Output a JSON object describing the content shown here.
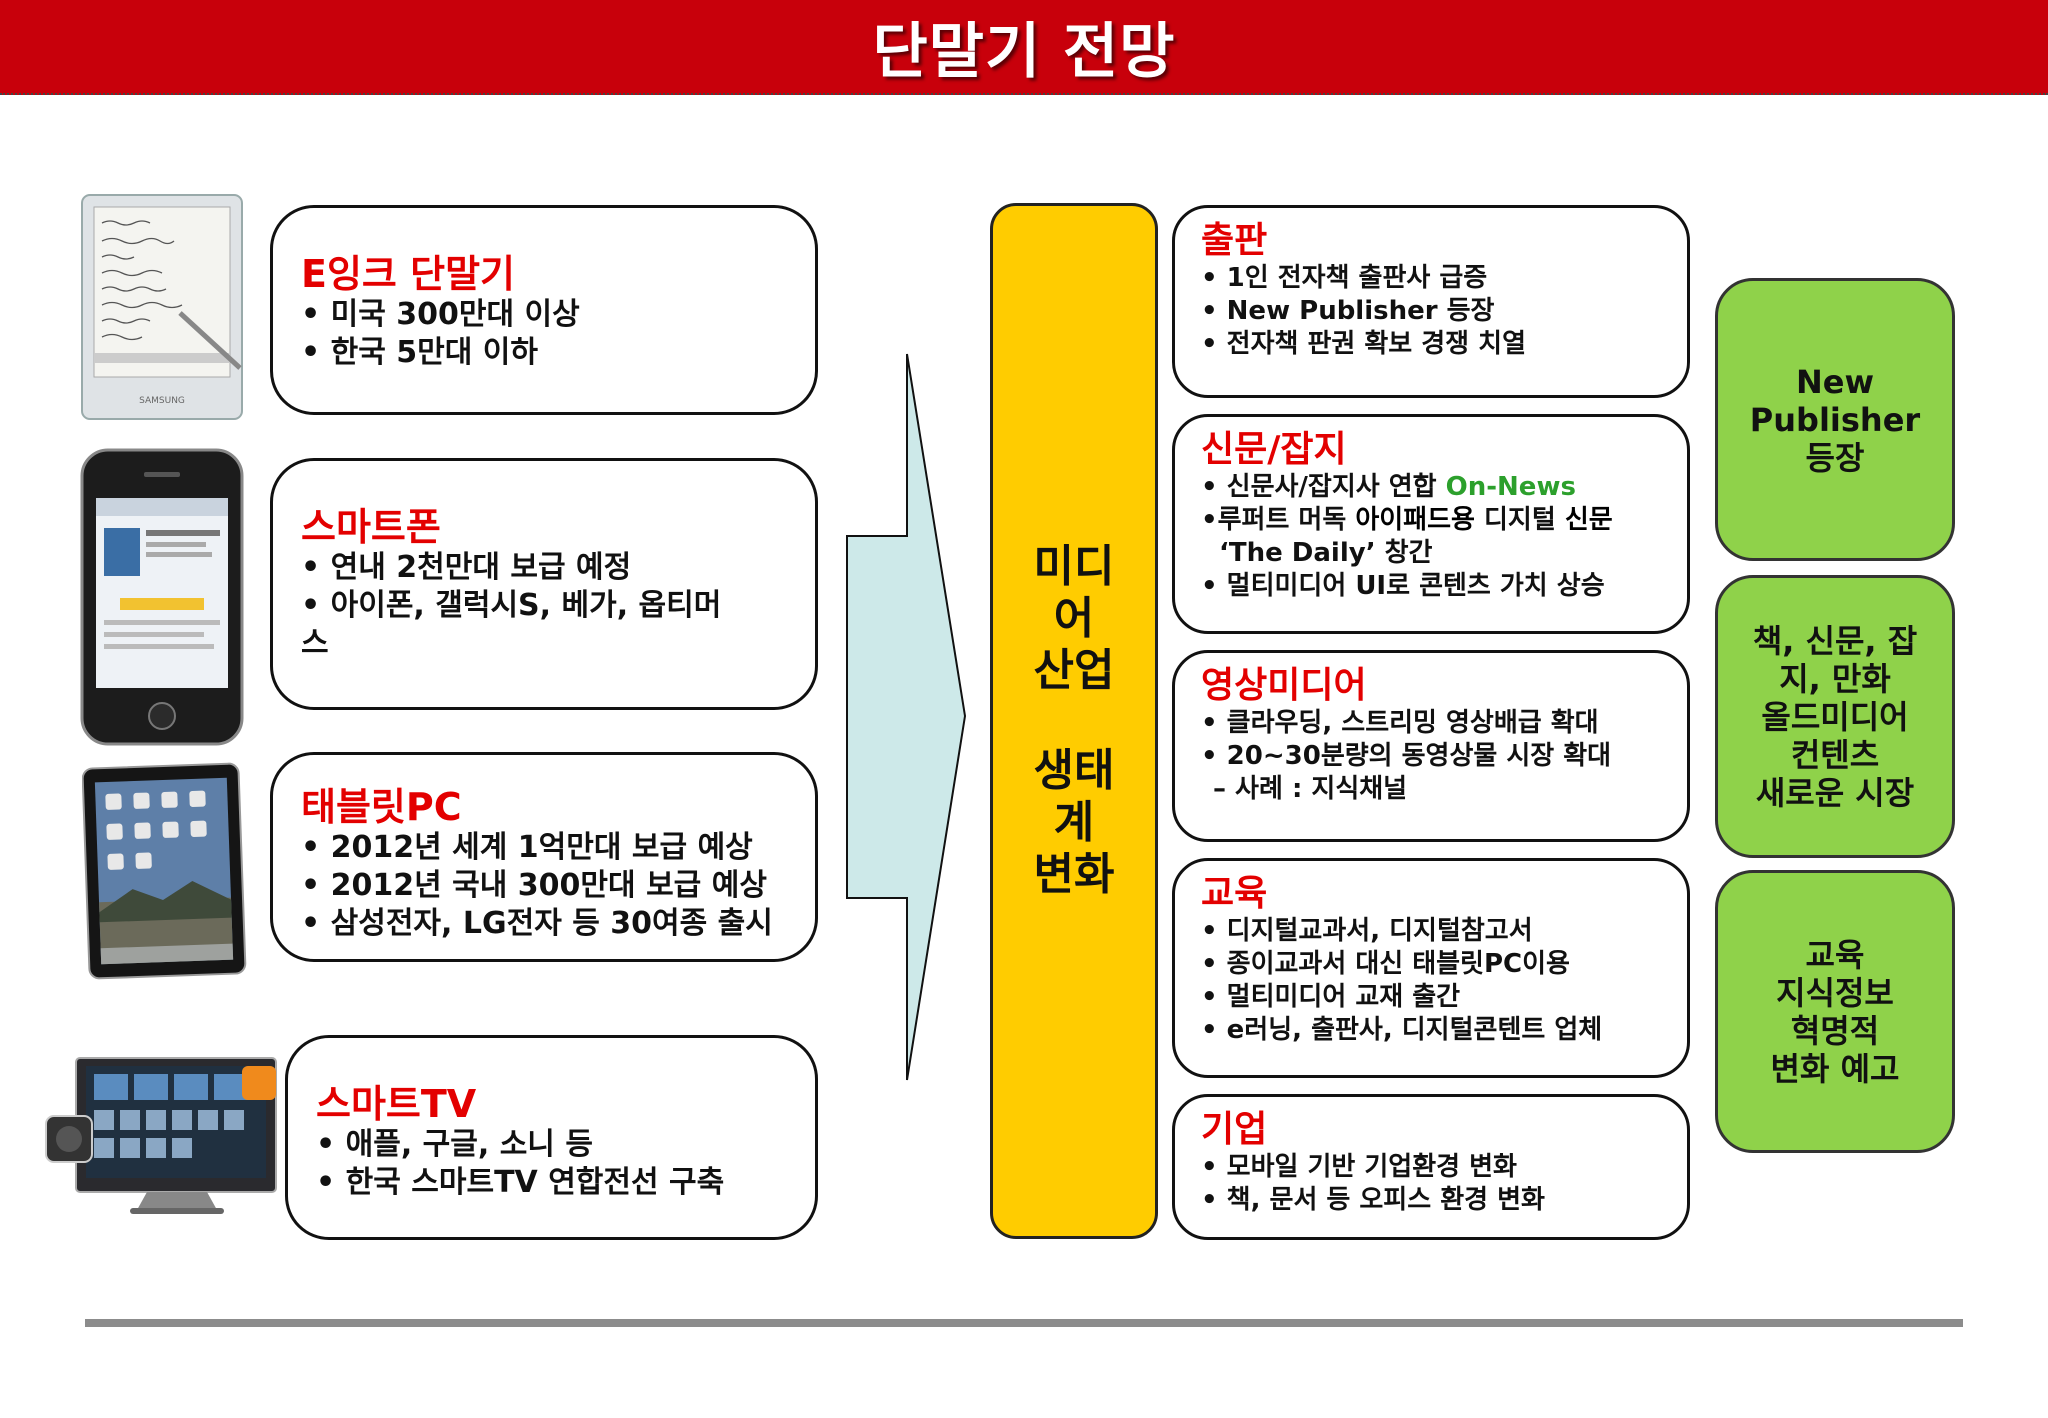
{
  "title": "단말기 전망",
  "devices": [
    {
      "head": "E잉크 단말기",
      "lines": [
        "• 미국 300만대 이상",
        "• 한국 5만대 이하"
      ]
    },
    {
      "head": "스마트폰",
      "lines": [
        "• 연내 2천만대 보급 예정",
        "• 아이폰, 갤럭시S, 베가, 옵티머",
        "스"
      ]
    },
    {
      "head": "태블릿PC",
      "lines": [
        "• 2012년 세계 1억만대 보급 예상",
        "• 2012년 국내 300만대 보급 예상",
        "• 삼성전자, LG전자 등 30여종 출시"
      ]
    },
    {
      "head": "스마트TV",
      "lines": [
        "• 애플, 구글, 소니 등",
        "• 한국 스마트TV 연합전선 구축"
      ]
    }
  ],
  "device_images": {
    "ereader": {
      "brand": "SAMSUNG"
    }
  },
  "center": {
    "lines_top": [
      "미디",
      "어",
      "산업"
    ],
    "lines_bottom": [
      "생태",
      "계",
      "변화"
    ]
  },
  "media": [
    {
      "head": "출판",
      "lines": [
        "• 1인 전자책 출판사 급증",
        "• New Publisher 등장",
        "• 전자책 판권 확보 경쟁 치열"
      ]
    },
    {
      "head": "신문/잡지",
      "l1a": "• 신문사/잡지사 연합 ",
      "l1b": "On-News",
      "l2a": "•루퍼트 머독 ",
      "l2b": "아이패드용",
      "l2c": " 디지털 ",
      "l2d": "신문",
      "l3": "‘The Daily’ 창간",
      "l4": "• 멀티미디어 UI로 콘텐츠 가치 상승"
    },
    {
      "head": "영상미디어",
      "lines": [
        "• 클라우딩, 스트리밍 영상배급 확대",
        "• 20~30분량의 동영상물 시장 확대",
        "  – 사례 : 지식채널"
      ]
    },
    {
      "head": "교육",
      "lines": [
        "• 디지털교과서, 디지털참고서",
        "• 종이교과서 대신 태블릿PC이용",
        "• 멀티미디어 교재 출간",
        "• e러닝, 출판사, 디지털콘텐트 업체"
      ]
    },
    {
      "head": "기업",
      "lines": [
        "• 모바일 기반 기업환경 변화",
        "• 책, 문서 등 오피스 환경 변화"
      ]
    }
  ],
  "outcomes": [
    {
      "lines": [
        "New",
        "Publisher",
        "등장"
      ]
    },
    {
      "lines": [
        "책, 신문, 잡",
        "지, 만화",
        "올드미디어",
        "컨텐츠",
        "새로운 시장"
      ]
    },
    {
      "lines": [
        "교육",
        "지식정보",
        "혁명적",
        "변화 예고"
      ]
    }
  ],
  "colors": {
    "title_bg": "#c8000b",
    "heading": "#e30000",
    "center": "#ffcc00",
    "outcome": "#8fd24a",
    "arrow": "#cde9e9",
    "highlight": "#2ca02c"
  }
}
